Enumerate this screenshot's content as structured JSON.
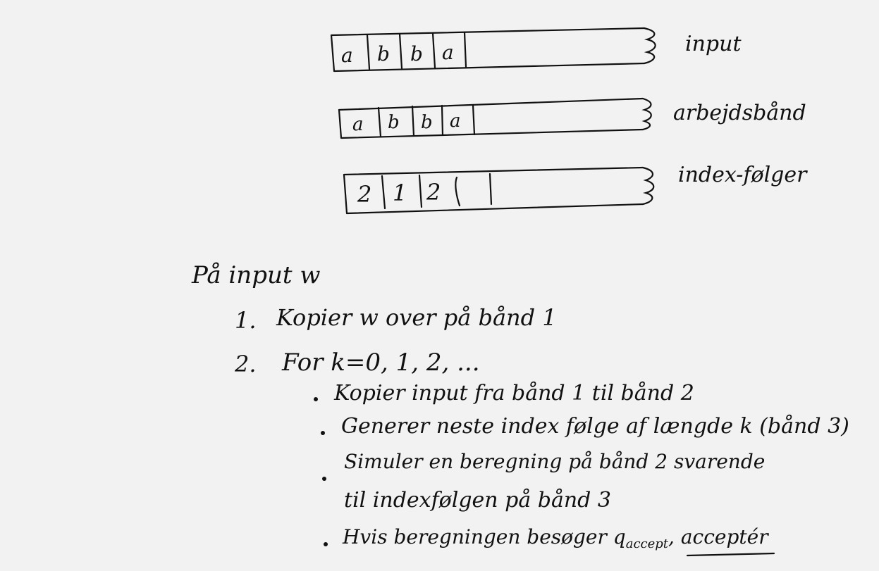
{
  "tapes": [
    {
      "label": "input",
      "cells": [
        "a",
        "b",
        "b",
        "a"
      ]
    },
    {
      "label": "arbejdsbånd",
      "cells": [
        "a",
        "b",
        "b",
        "a"
      ]
    },
    {
      "label": "index-følger",
      "cells": [
        "2",
        "1",
        "2",
        ""
      ]
    }
  ],
  "algorithm": {
    "intro": "På input w",
    "steps": [
      {
        "number": "1.",
        "text": "Kopier w over på bånd 1"
      },
      {
        "number": "2.",
        "text": "For k=0, 1, 2, ..."
      }
    ],
    "bullets": [
      {
        "lines": [
          "Kopier input fra bånd 1 til bånd 2"
        ]
      },
      {
        "lines": [
          "Generer neste index følge af længde k (bånd 3)"
        ]
      },
      {
        "lines": [
          "Simuler en beregning på bånd 2 svarende",
          "til indexfølgen på bånd 3"
        ]
      },
      {
        "lines": [
          "Hvis beregningen besøger q",
          "accept",
          ", acceptér"
        ]
      }
    ]
  },
  "colors": {
    "background": "#f2f2f2",
    "ink": "#111111"
  }
}
